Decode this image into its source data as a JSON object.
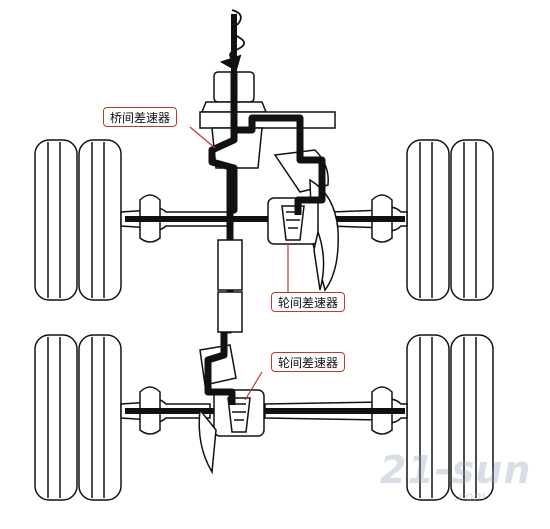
{
  "labels": {
    "interaxle_differential": "桥间差速器",
    "rear_axle_differential_top": "轮间差速器",
    "rear_axle_differential_bottom": "轮间差速器"
  },
  "watermark": {
    "main": "21-sun",
    "sub": ".com"
  },
  "colors": {
    "callout_border": "#c0392b",
    "line": "#111111",
    "watermark": "#8ca0b9"
  }
}
